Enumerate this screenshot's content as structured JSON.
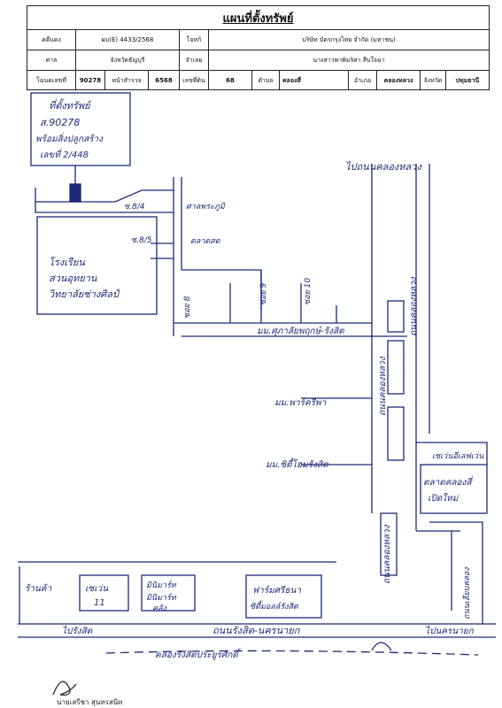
{
  "header": {
    "title": "แผนที่ตั้งทรัพย์",
    "rows": [
      {
        "l1": "คดีแดง",
        "v1": "ผบ(E) 4433/2568",
        "l2": "โจทก์",
        "v2": "บริษัท บัตรกรุงไทย จำกัด (มหาชน)"
      },
      {
        "l1": "ศาล",
        "v1": "จังหวัดธัญบุรี",
        "l2": "จำเลย",
        "v2": "นางสาวพาพิมริศา สืบใจฉา"
      }
    ],
    "deed": {
      "label_deed": "โฉนดเลขที่",
      "deed_no": "90278",
      "label_survey": "หน้าสำรวจ",
      "survey_no": "6568",
      "label_land": "เลขที่ดิน",
      "land_no": "68",
      "label_tambon": "ตำบล",
      "tambon": "คลองสี่",
      "label_amphoe": "อำเภอ",
      "amphoe": "คลองหลวง",
      "label_province": "จังหวัด",
      "province": "ปทุมธานี"
    }
  },
  "map": {
    "property_box": [
      "ที่ตั้งทรัพย์",
      "ส.90278",
      "พร้อมสิ่งปลูกสร้าง",
      "เลขที่ 2/448"
    ],
    "road_canal_top": "ไปถนนคลองหลวง",
    "soi_8_4": "ซ.8/4",
    "soi_8_5": "ซ.8/5",
    "fairmall": "ศาลพระภูมิ",
    "park": "ตลาดสด",
    "school": [
      "โรงเรียน",
      "สวนอุทยาน",
      "วิทยาลัยช่างศิลป์"
    ],
    "soi_8": "ซอย 8",
    "soi_9": "ซอย 9",
    "soi_10": "ซอย 10",
    "village_1": "มม.ศุภาลัยพฤกษ์-รังสิต",
    "village_2": "มม.พาร์ครีพา",
    "village_3": "มม.ซิตี้โฮมรังสิต",
    "road_main_top": "ถนนคลองหลวง",
    "road_main_mid": "ถนนคลองหลวง",
    "road_main_low": "ถนนคลองหลวง",
    "seven": "เซเว่นอีเลฟเว่น",
    "market": [
      "ตลาดคลองสี่",
      "เปิดใหม่"
    ],
    "road_right": "ถนนเลียบคลอง",
    "shop_1": "ร้านค้า",
    "shop_2": [
      "เซเว่น",
      "11"
    ],
    "shop_3": [
      "มินิมาร์ท",
      "มินิมาร์ท",
      "คลัง"
    ],
    "shop_4": [
      "ฟาร์มศรีธนา",
      "ซิตี้มอลล์รังสิต"
    ],
    "road_bottom": "ถนนรังสิต-นครนายก",
    "to_rangsit": "ไปรังสิต",
    "to_nakhon": "ไปนครนายก",
    "canal": "คลองรังสิตประยูรศักดิ์"
  },
  "signature": "นายเสรีชา สุนทรสนิท"
}
